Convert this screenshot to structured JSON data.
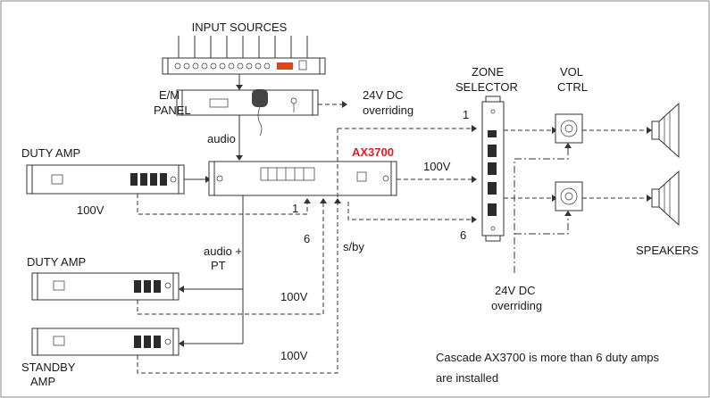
{
  "labels": {
    "input_sources": "INPUT SOURCES",
    "em_panel_line1": "E/M",
    "em_panel_line2": "PANEL",
    "override_top_line1": "24V DC",
    "override_top_line2": "overriding",
    "audio": "audio",
    "duty_amp_1": "DUTY AMP",
    "duty_amp_2": "DUTY AMP",
    "standby_line1": "STANDBY",
    "standby_line2": "AMP",
    "ax3700": "AX3700",
    "v100_main": "100V",
    "v100_amp1": "100V",
    "v100_amp2": "100V",
    "v100_standby": "100V",
    "audio_pt_line1": "audio +",
    "audio_pt_line2": "PT",
    "port_1": "1",
    "port_6": "6",
    "sby": "s/by",
    "zone_line1": "ZONE",
    "zone_line2": "SELECTOR",
    "zone_1": "1",
    "zone_6": "6",
    "vol_line1": "VOL",
    "vol_line2": "CTRL",
    "speakers": "SPEAKERS",
    "override_bottom_line1": "24V DC",
    "override_bottom_line2": "overriding",
    "note_line1": "Cascade AX3700 is more than 6 duty amps",
    "note_line2": "are installed"
  },
  "colors": {
    "line": "#333333",
    "accent": "#e02020",
    "frame": "#888888"
  }
}
